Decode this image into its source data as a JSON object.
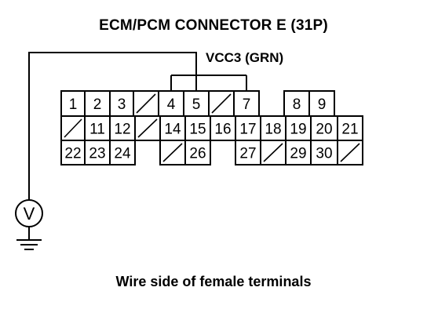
{
  "title": "ECM/PCM CONNECTOR E (31P)",
  "wire_label": "VCC3 (GRN)",
  "caption": "Wire side of female terminals",
  "meter_symbol": "V",
  "colors": {
    "ink": "#000000",
    "paper": "#ffffff"
  },
  "connector": {
    "rows": [
      [
        "1",
        "2",
        "3",
        "",
        "4",
        "5",
        "",
        "7",
        null,
        "8",
        "9"
      ],
      [
        "",
        "11",
        "12",
        "",
        "14",
        "15",
        "16",
        "17",
        "18",
        "19",
        "20",
        "21"
      ],
      [
        "22",
        "23",
        "24",
        null,
        "",
        "26",
        null,
        "27",
        "",
        "29",
        "30",
        ""
      ]
    ],
    "probe_terminal": "5",
    "jumper_terminals": [
      "4",
      "5",
      "7"
    ]
  }
}
